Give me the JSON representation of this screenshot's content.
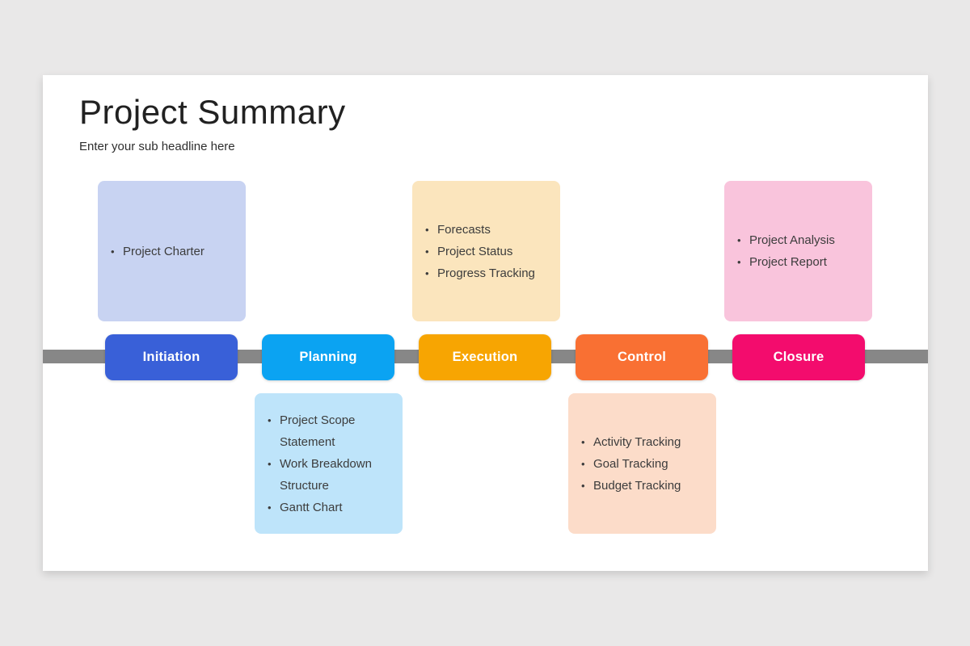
{
  "slide": {
    "title": "Project Summary",
    "subtitle": "Enter your sub headline here"
  },
  "timeline": {
    "bar_color": "#878787"
  },
  "colors": {
    "canvas_background": "#e9e8e8",
    "slide_background": "#ffffff",
    "title_text": "#212121",
    "card_text": "#3c3c3c"
  },
  "phases": [
    {
      "name": "Initiation",
      "button_color": "#3960d8",
      "card_color": "#c8d3f2",
      "card_position": "top",
      "items": [
        "Project Charter"
      ]
    },
    {
      "name": "Planning",
      "button_color": "#0ba3f2",
      "card_color": "#bee4fa",
      "card_position": "bottom",
      "items": [
        "Project Scope Statement",
        "Work Breakdown Structure",
        "Gantt Chart"
      ]
    },
    {
      "name": "Execution",
      "button_color": "#f7a502",
      "card_color": "#fbe5bd",
      "card_position": "top",
      "items": [
        "Forecasts",
        "Project Status",
        "Progress Tracking"
      ]
    },
    {
      "name": "Control",
      "button_color": "#f97033",
      "card_color": "#fcdcc9",
      "card_position": "bottom",
      "items": [
        "Activity Tracking",
        "Goal Tracking",
        "Budget Tracking"
      ]
    },
    {
      "name": "Closure",
      "button_color": "#f30c6d",
      "card_color": "#f9c4dc",
      "card_position": "top",
      "items": [
        "Project Analysis",
        "Project Report"
      ]
    }
  ]
}
